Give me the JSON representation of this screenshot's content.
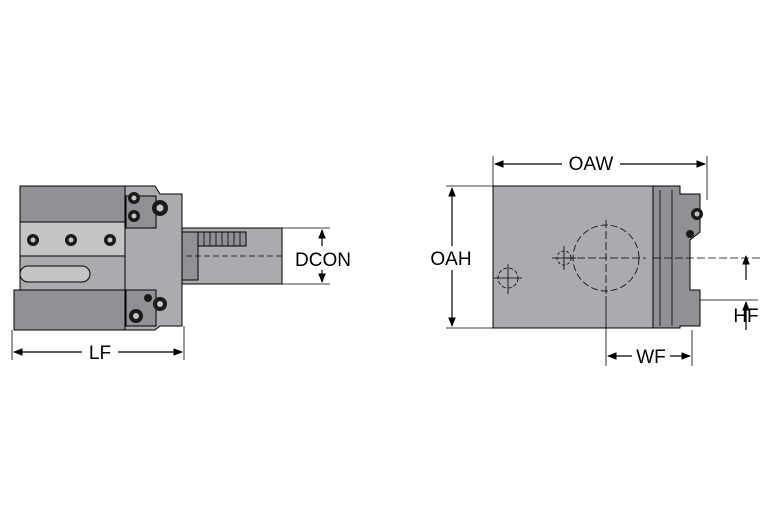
{
  "colors": {
    "body_fill": "#a9abae",
    "body_dark": "#8f9195",
    "body_light": "#c2c4c6",
    "line": "#000000",
    "background": "#ffffff"
  },
  "dimensions": {
    "lf": "LF",
    "dcon": "DCON",
    "oaw": "OAW",
    "oah": "OAH",
    "wf": "WF",
    "hf": "HF"
  }
}
